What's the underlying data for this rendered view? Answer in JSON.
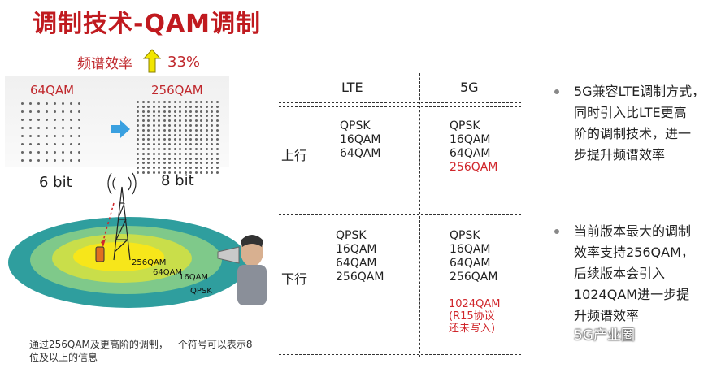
{
  "title": "调制技术-QAM调制",
  "illustration": {
    "efficiency_label": "频谱效率",
    "efficiency_value": "33%",
    "left_qam": "64QAM",
    "right_qam": "256QAM",
    "left_bits": "6 bit",
    "right_bits": "8 bit",
    "rings": [
      "256QAM",
      "64QAM",
      "16QAM",
      "QPSK"
    ],
    "caption": "通过256QAM及更高阶的调制，一个符号可以表示8位及以上的信息"
  },
  "table": {
    "columns": [
      "LTE",
      "5G"
    ],
    "rows": [
      {
        "label": "上行",
        "lte": [
          "QPSK",
          "16QAM",
          "64QAM"
        ],
        "nr": [
          "QPSK",
          "16QAM",
          "64QAM"
        ],
        "nr_new": "256QAM"
      },
      {
        "label": "下行",
        "lte": [
          "QPSK",
          "16QAM",
          "64QAM",
          "256QAM"
        ],
        "nr": [
          "QPSK",
          "16QAM",
          "64QAM",
          "256QAM"
        ],
        "nr_new": "1024QAM"
      }
    ],
    "note": [
      "1024QAM",
      "(R15协议",
      "还未写入)"
    ]
  },
  "bullets": [
    {
      "lines": [
        "5G兼容LTE调制方式，",
        "同时引入比LTE更高",
        "阶的调制技术，进一",
        "步提升频谱效率"
      ]
    },
    {
      "lines": [
        "当前版本最大的调制",
        "效率支持256QAM，",
        "后续版本会引入",
        "1024QAM进一步提",
        "升频谱效率"
      ]
    }
  ],
  "watermark": "5G产业圈",
  "colors": {
    "title": "#c01a1f",
    "accent_red": "#d0262b",
    "arrow_blue": "#3aa0e0",
    "arrow_yellow": "#f2e600"
  }
}
